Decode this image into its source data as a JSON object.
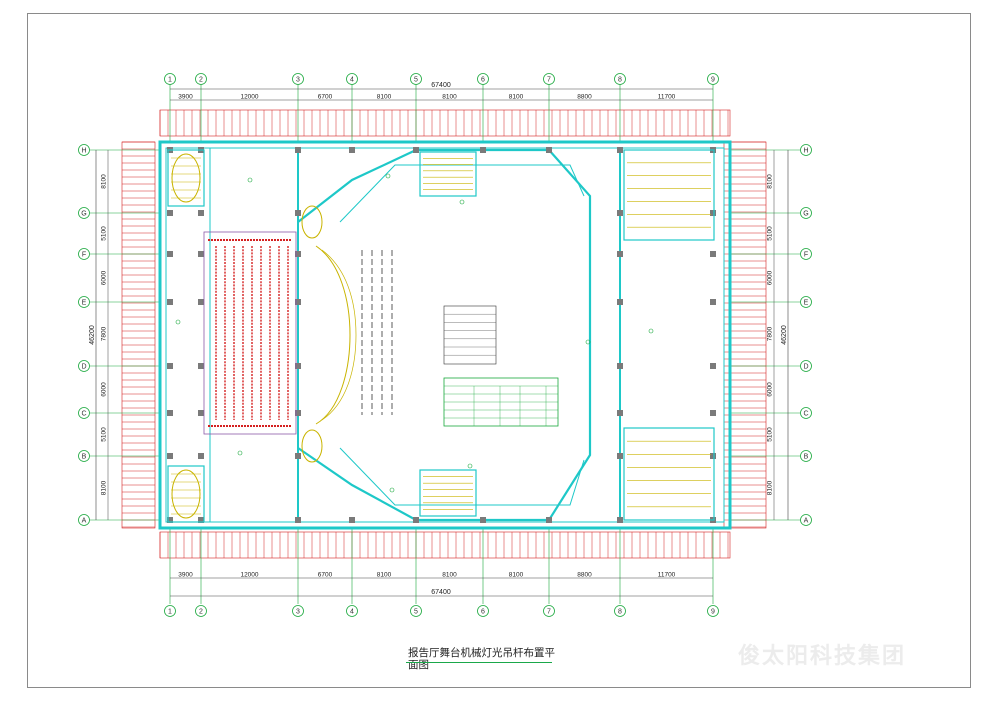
{
  "drawing": {
    "title": "报告厅舞台机械灯光吊杆布置平面图",
    "watermark": "俊太阳科技集团",
    "overall_width": "67400",
    "overall_depth": "46200",
    "column_axes": [
      "1",
      "2",
      "3",
      "4",
      "5",
      "6",
      "7",
      "8",
      "9"
    ],
    "column_spans": [
      "3900",
      "12000",
      "6700",
      "8100",
      "8100",
      "8100",
      "8800",
      "11700"
    ],
    "row_axes": [
      "H",
      "G",
      "F",
      "E",
      "D",
      "C",
      "B",
      "A"
    ],
    "row_spans": [
      "8100",
      "5100",
      "6000",
      "7800",
      "6000",
      "5100",
      "8100"
    ],
    "colors": {
      "wall": "#1ec8c8",
      "frame": "#8a8a8a",
      "dimension": "#d42020",
      "axis": "#19a83c",
      "seating": "#d42020",
      "stage": "#c9b400",
      "hatch": "#7a7a7a"
    }
  }
}
